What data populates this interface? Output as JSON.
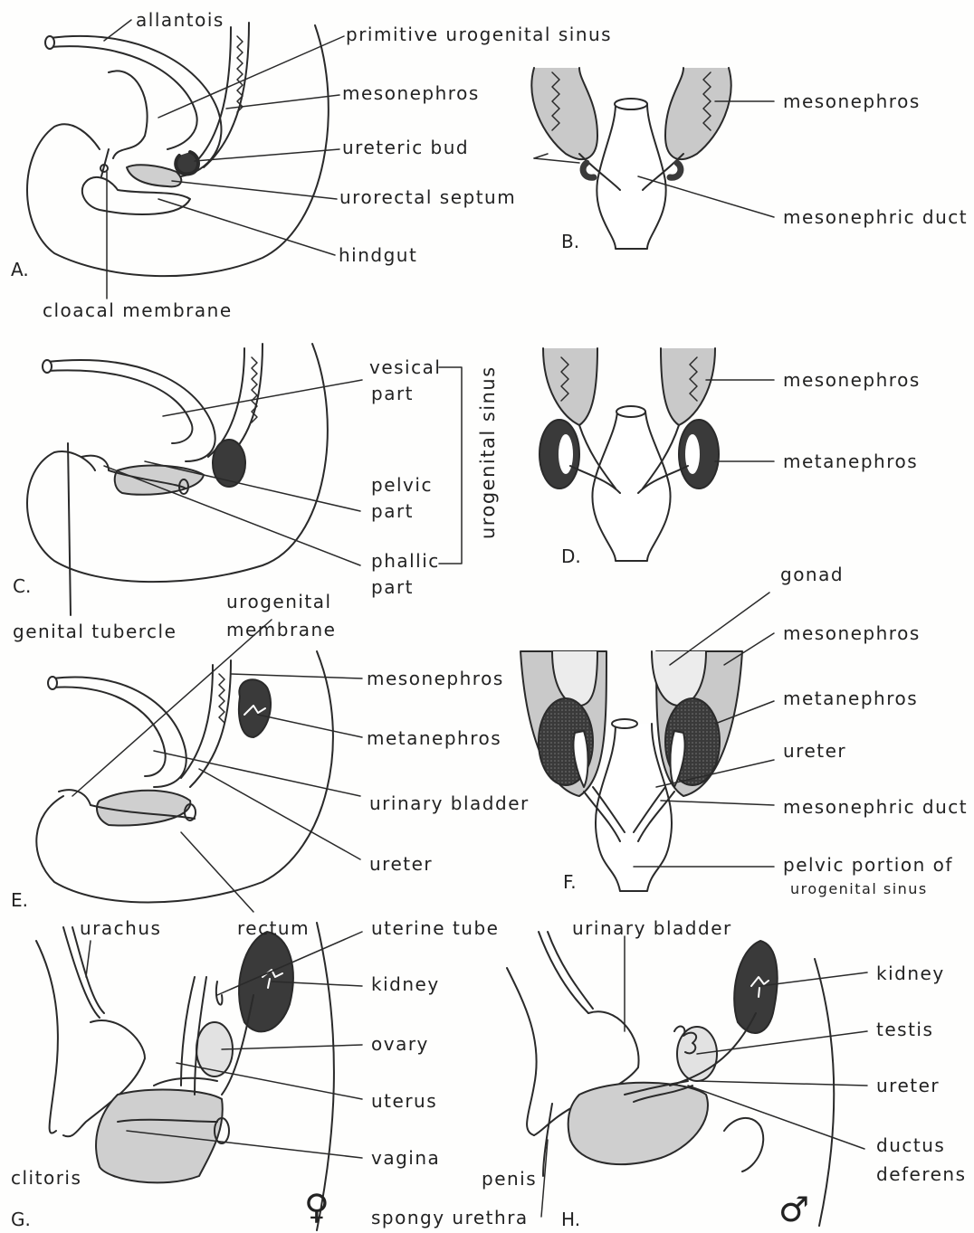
{
  "panels": {
    "a": "A.",
    "b": "B.",
    "c": "C.",
    "d": "D.",
    "e": "E.",
    "f": "F.",
    "g": "G.",
    "h": "H."
  },
  "symbols": {
    "female": "♀",
    "male": "♂"
  },
  "labels": {
    "allantois": "allantois",
    "primitive_urogenital_sinus": "primitive urogenital sinus",
    "a_mesonephros": "mesonephros",
    "ureteric_bud": "ureteric bud",
    "urorectal_septum": "urorectal septum",
    "hindgut": "hindgut",
    "cloacal_membrane": "cloacal membrane",
    "b_mesonephros": "mesonephros",
    "b_mesonephric_duct": "mesonephric duct",
    "vesical": "vesical",
    "vesical_part": "part",
    "pelvic": "pelvic",
    "pelvic_part": "part",
    "phallic": "phallic",
    "phallic_part": "part",
    "urogenital_sinus": "urogenital sinus",
    "genital_tubercle": "genital tubercle",
    "d_mesonephros": "mesonephros",
    "d_metanephros": "metanephros",
    "urogenital": "urogenital",
    "membrane": "membrane",
    "e_mesonephros": "mesonephros",
    "e_metanephros": "metanephros",
    "urinary_bladder": "urinary bladder",
    "e_ureter": "ureter",
    "rectum": "rectum",
    "gonad": "gonad",
    "f_mesonephros": "mesonephros",
    "f_metanephros": "metanephros",
    "f_ureter": "ureter",
    "f_mesonephric_duct": "mesonephric duct",
    "pelvic_portion_of": "pelvic portion of",
    "urogenital_sinus_small": "urogenital sinus",
    "urachus": "urachus",
    "uterine_tube": "uterine tube",
    "g_kidney": "kidney",
    "ovary": "ovary",
    "uterus": "uterus",
    "vagina": "vagina",
    "clitoris": "clitoris",
    "spongy_urethra": "spongy urethra",
    "h_urinary_bladder": "urinary bladder",
    "h_kidney": "kidney",
    "testis": "testis",
    "h_ureter": "ureter",
    "ductus": "ductus",
    "deferens": "deferens",
    "penis": "penis"
  }
}
